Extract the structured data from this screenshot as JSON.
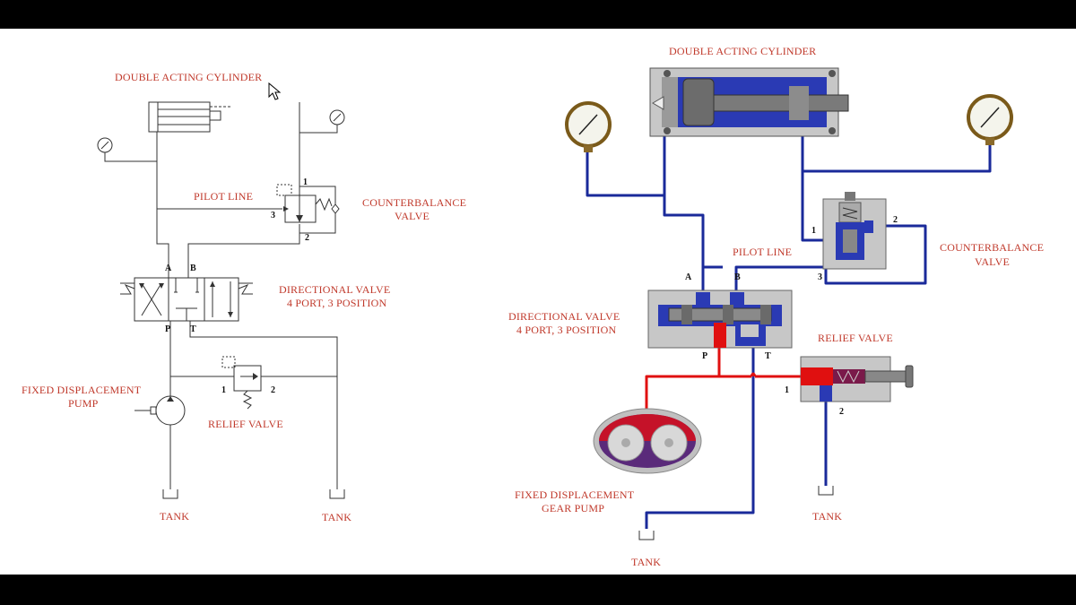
{
  "colors": {
    "label_red": "#c0392b",
    "pressure_red": "#e01010",
    "return_blue": "#1a2a9a",
    "frame_black": "#000000",
    "panel_white": "#ffffff"
  },
  "schematic": {
    "cylinder_label": "DOUBLE ACTING CYLINDER",
    "pilot_line_label": "PILOT LINE",
    "counterbalance_label_1": "COUNTERBALANCE",
    "counterbalance_label_2": "VALVE",
    "directional_label_1": "DIRECTIONAL VALVE",
    "directional_label_2": "4 PORT, 3 POSITION",
    "pump_label_1": "FIXED DISPLACEMENT",
    "pump_label_2": "PUMP",
    "relief_label": "RELIEF VALVE",
    "tank_label_1": "TANK",
    "tank_label_2": "TANK",
    "ports": {
      "a": "A",
      "b": "B",
      "p": "P",
      "t": "T",
      "cb1": "1",
      "cb2": "2",
      "cb3": "3",
      "rv1": "1",
      "rv2": "2"
    }
  },
  "pictorial": {
    "cylinder_label": "DOUBLE ACTING CYLINDER",
    "pilot_line_label": "PILOT LINE",
    "counterbalance_label_1": "COUNTERBALANCE",
    "counterbalance_label_2": "VALVE",
    "directional_label_1": "DIRECTIONAL VALVE",
    "directional_label_2": "4 PORT, 3 POSITION",
    "relief_label": "RELIEF VALVE",
    "pump_label_1": "FIXED DISPLACEMENT",
    "pump_label_2": "GEAR PUMP",
    "tank_label_1": "TANK",
    "tank_label_2": "TANK",
    "ports": {
      "a": "A",
      "b": "B",
      "p": "P",
      "t": "T",
      "cb1": "1",
      "cb2": "2",
      "cb3": "3",
      "rv1": "1",
      "rv2": "2"
    }
  }
}
